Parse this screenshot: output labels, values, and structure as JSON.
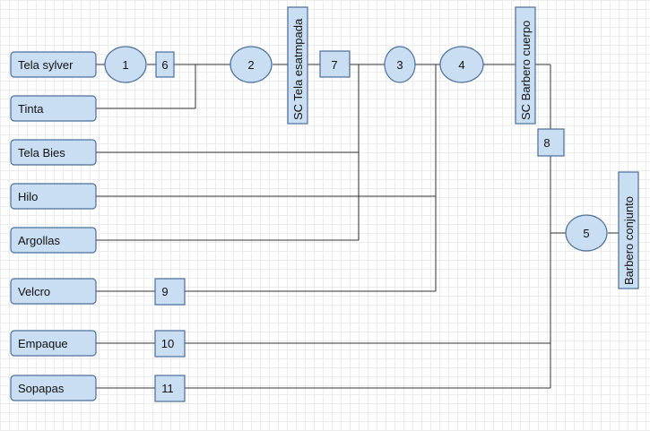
{
  "diagram": {
    "inputs": [
      {
        "label": "Tela sylver"
      },
      {
        "label": "Tinta"
      },
      {
        "label": "Tela Bies"
      },
      {
        "label": "Hilo"
      },
      {
        "label": "Argollas"
      },
      {
        "label": "Velcro"
      },
      {
        "label": "Empaque"
      },
      {
        "label": "Sopapas"
      }
    ],
    "operations": [
      {
        "label": "1"
      },
      {
        "label": "2"
      },
      {
        "label": "3"
      },
      {
        "label": "4"
      },
      {
        "label": "5"
      }
    ],
    "inspections": [
      {
        "label": "6"
      },
      {
        "label": "7"
      },
      {
        "label": "8"
      },
      {
        "label": "9"
      },
      {
        "label": "10"
      },
      {
        "label": "11"
      }
    ],
    "subassemblies": [
      {
        "label": "SC Tela esatmpada"
      },
      {
        "label": "SC Barbero cuerpo"
      },
      {
        "label": "Barbero conjunto"
      }
    ]
  }
}
